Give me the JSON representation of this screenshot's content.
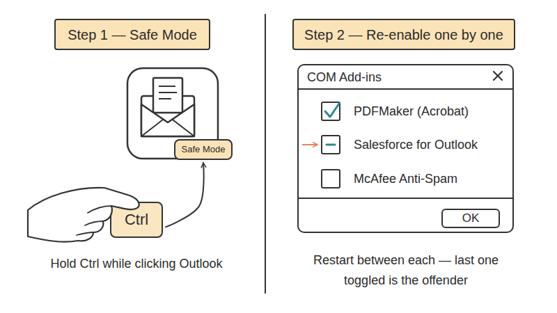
{
  "diagram": {
    "nodes": [
      {
        "text": [
          "Step 1 — Safe Mode"
        ]
      },
      {
        "text": [
          "Safe Mode"
        ]
      },
      {
        "text": [
          "Ctrl"
        ]
      },
      {
        "text": [
          "Step 2 — Re-enable one by one"
        ]
      },
      {
        "text": [
          "COM Add-ins"
        ]
      },
      {
        "text": [
          "OK"
        ],
        "in": 4
      }
    ],
    "edges": [
      {
        "from": 2,
        "to": 1,
        "arrow": "to"
      }
    ],
    "labels": [
      "Hold Ctrl while clicking Outlook",
      "PDFMaker (Acrobat)",
      "Salesforce for Outlook",
      "McAfee Anti-Spam",
      "Restart between each — last one toggled is the offender"
    ]
  }
}
